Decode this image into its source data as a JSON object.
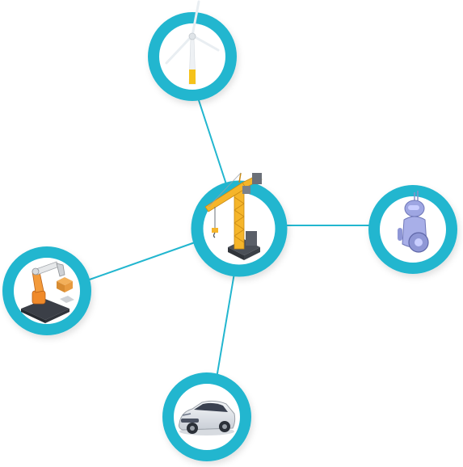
{
  "diagram": {
    "center": {
      "label": "",
      "icon": "tower-crane-icon"
    },
    "nodes": [
      {
        "id": "wind-turbine",
        "icon": "wind-turbine-icon",
        "label": ""
      },
      {
        "id": "robot",
        "icon": "robot-icon",
        "label": ""
      },
      {
        "id": "robotic-arm",
        "icon": "robotic-arm-icon",
        "label": ""
      },
      {
        "id": "electric-car",
        "icon": "electric-car-icon",
        "label": ""
      }
    ],
    "colors": {
      "ring": "#22b6cf",
      "connector": "#22b6cf",
      "background": "#ffffff"
    }
  }
}
